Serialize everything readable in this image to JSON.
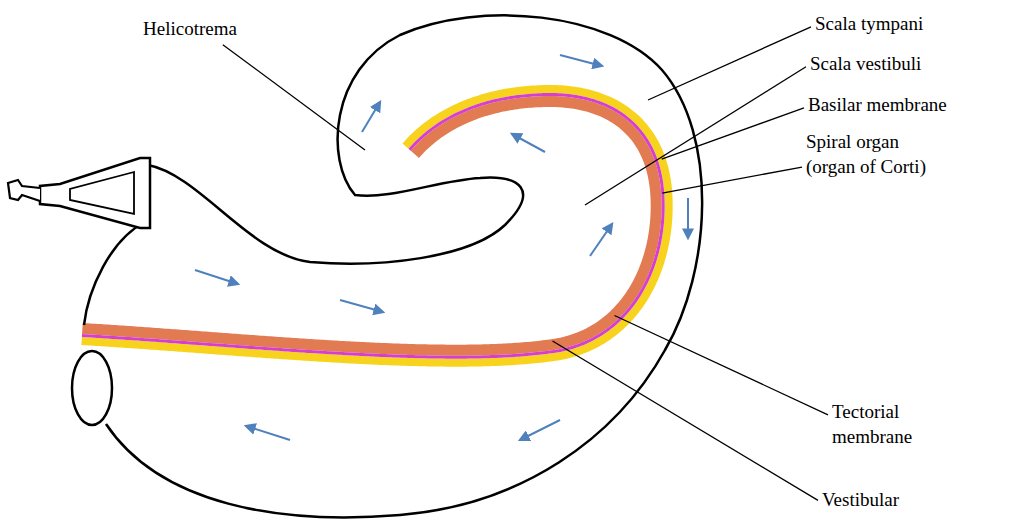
{
  "diagram": {
    "labels": [
      "Helicotrema",
      "Scala tympani",
      "Scala vestibuli",
      "Basilar membrane",
      "Spiral organ (organ of Corti)",
      "Tectorial membrane",
      "Vestibular"
    ]
  }
}
